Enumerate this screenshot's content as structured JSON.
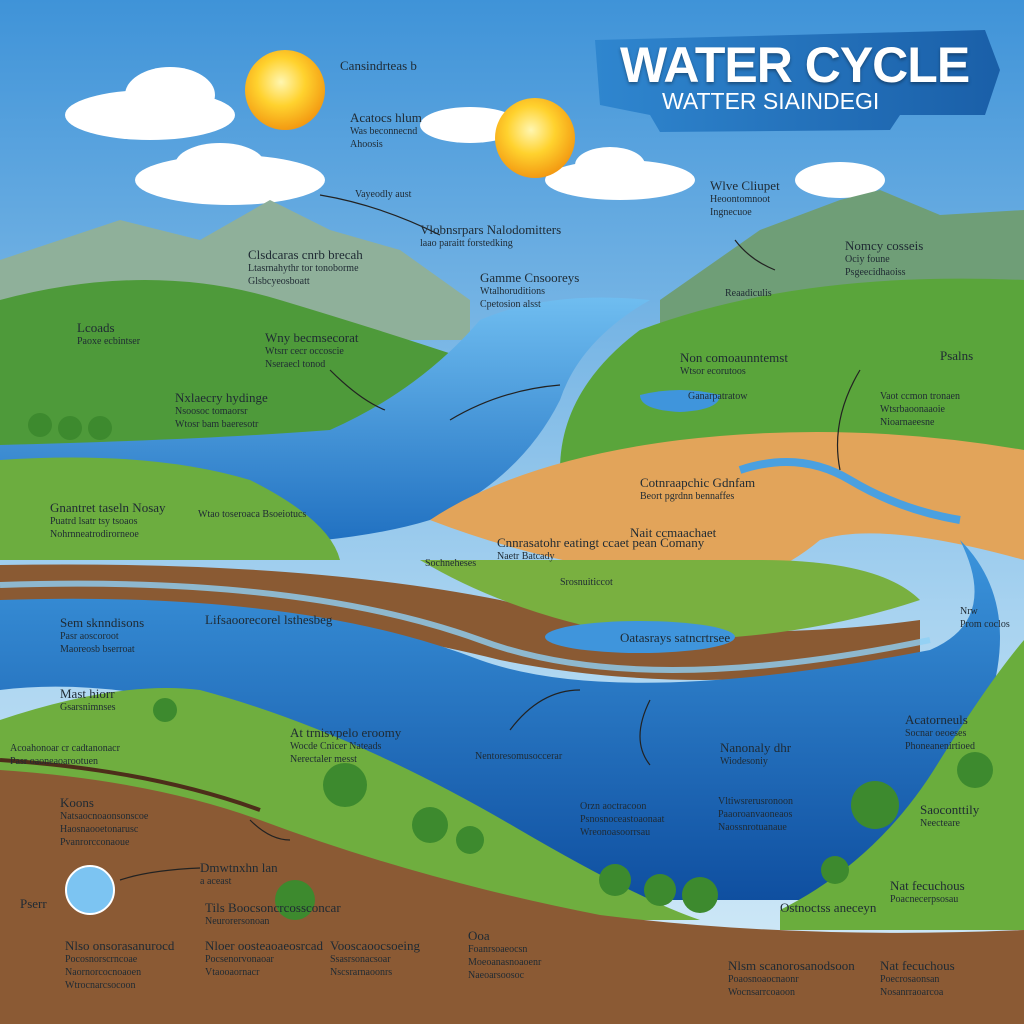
{
  "header": {
    "title": "WATER CYCLE",
    "subtitle": "WATTER SIAINDEGI"
  },
  "colors": {
    "sky": "#5aa6e0",
    "water": "#3b8fd6",
    "grass": "#5aa03a",
    "soil": "#8a5a33",
    "plateau": "#e3a45a",
    "sun": "#f7c21d",
    "banner": "#1f6fb8"
  },
  "labels": [
    {
      "head": "Cansindrteas b",
      "lines": []
    },
    {
      "head": "Acatocs hlum",
      "lines": [
        "Was beconnecnd",
        "Ahoosis"
      ]
    },
    {
      "head": "",
      "lines": [
        "Vayeodly aust"
      ]
    },
    {
      "head": "Clsdcaras cnrb brecah",
      "lines": [
        "Ltasrnahythr tor tonoborme",
        "Glsbcyeosboatt"
      ]
    },
    {
      "head": "Vlobnsrpars Nalodomitters",
      "lines": [
        "laao paraitt forstedking"
      ]
    },
    {
      "head": "Gamme Cnsooreys",
      "lines": [
        "Wtalhoruditions",
        "Cpetosion alsst"
      ]
    },
    {
      "head": "Wlve Cliupet",
      "lines": [
        "Heoontomnoot",
        "Ingnecuoe"
      ]
    },
    {
      "head": "Nomcy cosseis",
      "lines": [
        "Ociy foune",
        "Psgeecidhaoiss"
      ]
    },
    {
      "head": "",
      "lines": [
        "Reaadiculis"
      ]
    },
    {
      "head": "Lcoads",
      "lines": [
        "Paoxe ecbintser"
      ]
    },
    {
      "head": "Wny becmsecorat",
      "lines": [
        "Wtsrr cecr occoscie",
        "Nseraecl tonod"
      ]
    },
    {
      "head": "Nxlaecry hydinge",
      "lines": [
        "Nsoosoc tomaorsr",
        "Wtosr bam baeresotr"
      ]
    },
    {
      "head": "Non comoaunntemst",
      "lines": [
        "Wtsor ecorutoos"
      ]
    },
    {
      "head": "",
      "lines": [
        "Ganarpatratow"
      ]
    },
    {
      "head": "Psalns",
      "lines": []
    },
    {
      "head": "",
      "lines": [
        "Vaot ccmon tronaen",
        "Wtsrbaoonaaoie",
        "Nioarnaeesne"
      ]
    },
    {
      "head": "Cotnraapchic Gdnfam",
      "lines": [
        "Beort pgrdnn bennaffes"
      ]
    },
    {
      "head": "Gnantret taseln Nosay",
      "lines": [
        "Puatrd lsatr tsy tsoaos",
        "Nohrnneatrodirorneoe"
      ]
    },
    {
      "head": "",
      "lines": [
        "Wtao toseroaca  Bsoeiotucs"
      ]
    },
    {
      "head": "Nait ccmaachaet",
      "lines": []
    },
    {
      "head": "Cnnrasatohr eatingt ccaet pean Comany",
      "lines": [
        "Naetr Batcady"
      ]
    },
    {
      "head": "",
      "lines": [
        "Srosnuiticcot"
      ]
    },
    {
      "head": "",
      "lines": [
        "Sochneheses"
      ]
    },
    {
      "head": "Sem sknndisons",
      "lines": [
        "Pasr aoscoroot",
        "Maoreosb bserroat"
      ]
    },
    {
      "head": "Lifsaoorecorel lsthesbeg",
      "lines": []
    },
    {
      "head": "Oatasrays satncrtrsee",
      "lines": []
    },
    {
      "head": "",
      "lines": [
        "Nrw",
        "Prom coclos"
      ]
    },
    {
      "head": "Mast hiorr",
      "lines": [
        "Gsarsnimnses"
      ]
    },
    {
      "head": "",
      "lines": [
        "Acoahonoar cr cadtanonacr",
        "Pasr oaoneaoarootuen"
      ]
    },
    {
      "head": "At trnisvpelo eroomy",
      "lines": [
        "Wocde Cnicer Nateads",
        "Nerectaler messt"
      ]
    },
    {
      "head": "",
      "lines": [
        "Nentoresomusoccerar"
      ]
    },
    {
      "head": "Nanonaly dhr",
      "lines": [
        "Wiodesoniy"
      ]
    },
    {
      "head": "Acatorneuls",
      "lines": [
        "Socnar oeoeses",
        "Phoneanenirtioed"
      ]
    },
    {
      "head": "Koons",
      "lines": [
        "Natsaocnoaonsonscoe",
        "Haosnaooetonarusc",
        "Pvanrorcconaoue"
      ]
    },
    {
      "head": "",
      "lines": [
        "Orzn aoctracoon",
        "Psnosnoceastoaonaat",
        "Wreonoasoorrsau"
      ]
    },
    {
      "head": "",
      "lines": [
        "Vltiwsrerusronoon",
        "Paaoroanvaoneaos",
        "Naossnrotuanaue"
      ]
    },
    {
      "head": "Saoconttily",
      "lines": [
        "Neecteare"
      ]
    },
    {
      "head": "Dmwtnxhn lan",
      "lines": [
        "a aceast"
      ]
    },
    {
      "head": "Pserr",
      "lines": []
    },
    {
      "head": "Tils Boocsoncrcossconcar",
      "lines": [
        "Neurorersonoan"
      ]
    },
    {
      "head": "Ostnoctss aneceyn",
      "lines": []
    },
    {
      "head": "Nat fecuchous",
      "lines": [
        "Poacnecerpsosau"
      ]
    },
    {
      "head": "Nlso onsorasanurocd",
      "lines": [
        "Pocosnorscrncoae",
        "Naornorcocnoaoen",
        "Wtrocnarcsocoon"
      ]
    },
    {
      "head": "Nloer oosteaoaeosrcad",
      "lines": [
        "Pocsenorvonaoar",
        "Vtaooaornacr"
      ]
    },
    {
      "head": "Vooscaoocsoeing",
      "lines": [
        "Ssasrsonacsoar",
        "Nscsrarnaoonrs"
      ]
    },
    {
      "head": "Ooa",
      "lines": [
        "Foanrsoaeocsn",
        "Moeoanasnoaoenr",
        "Naeoarsoosoc"
      ]
    },
    {
      "head": "Nlsm scanorosanodsoon",
      "lines": [
        "Poaosnoaocnaonr",
        "Wocnsarrcoaoon"
      ]
    },
    {
      "head": "Nat fecuchous",
      "lines": [
        "Poecrosaonsan",
        "Nosanrraoarcoa"
      ]
    }
  ]
}
